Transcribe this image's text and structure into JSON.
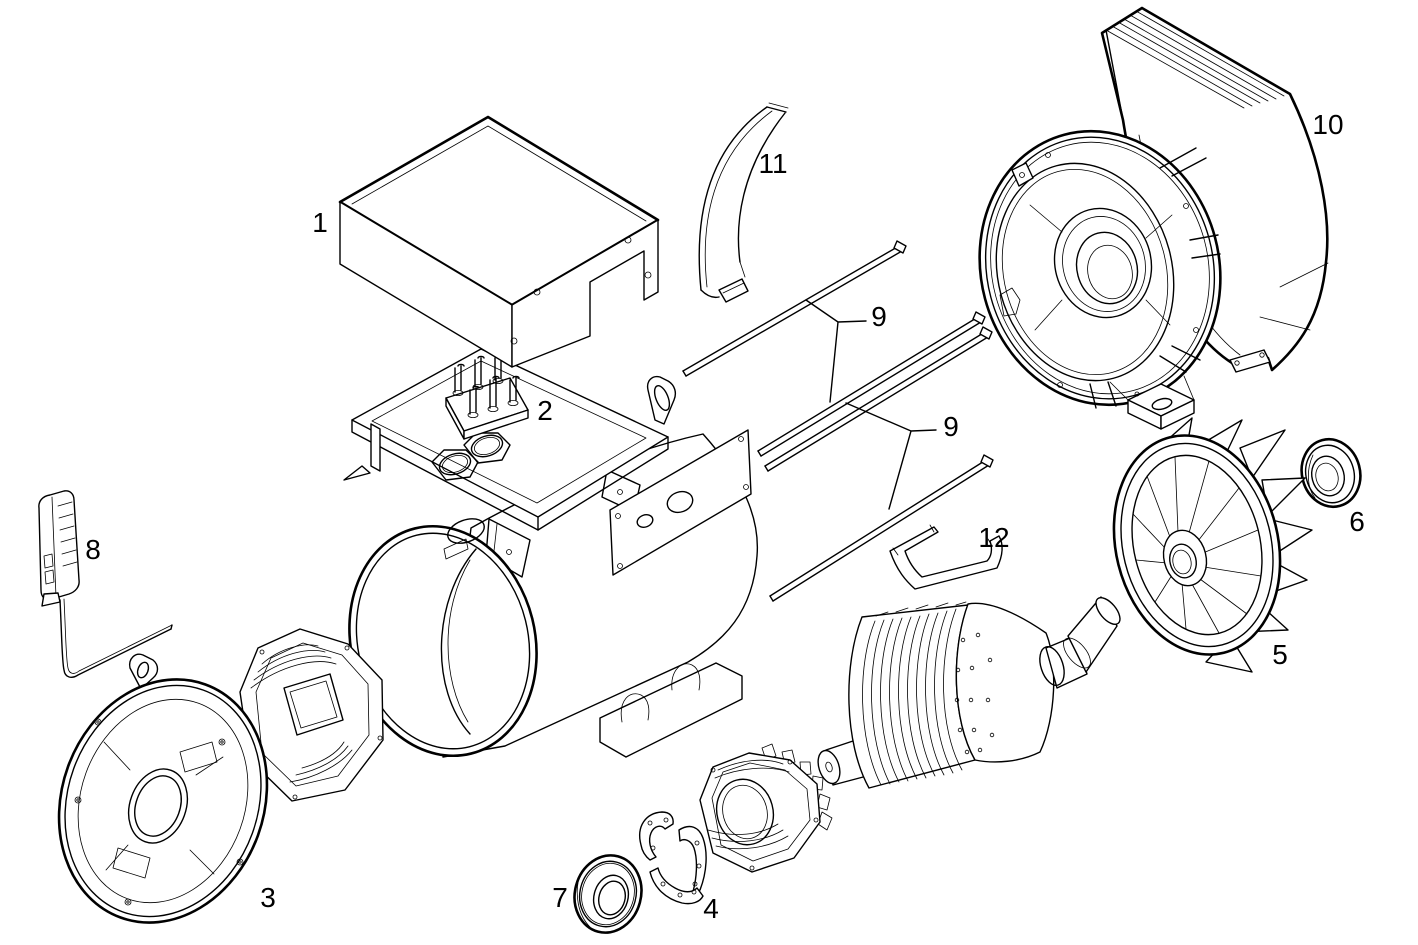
{
  "figure": {
    "background_color": "#ffffff",
    "line_color": "#000000",
    "type": "exploded-parts-diagram"
  },
  "callouts": [
    {
      "id": "1",
      "label": "1"
    },
    {
      "id": "2",
      "label": "2"
    },
    {
      "id": "3",
      "label": "3"
    },
    {
      "id": "4",
      "label": "4"
    },
    {
      "id": "5",
      "label": "5"
    },
    {
      "id": "6",
      "label": "6"
    },
    {
      "id": "7",
      "label": "7"
    },
    {
      "id": "8",
      "label": "8"
    },
    {
      "id": "9a",
      "label": "9"
    },
    {
      "id": "9b",
      "label": "9"
    },
    {
      "id": "10",
      "label": "10"
    },
    {
      "id": "11",
      "label": "11"
    },
    {
      "id": "12",
      "label": "12"
    }
  ]
}
